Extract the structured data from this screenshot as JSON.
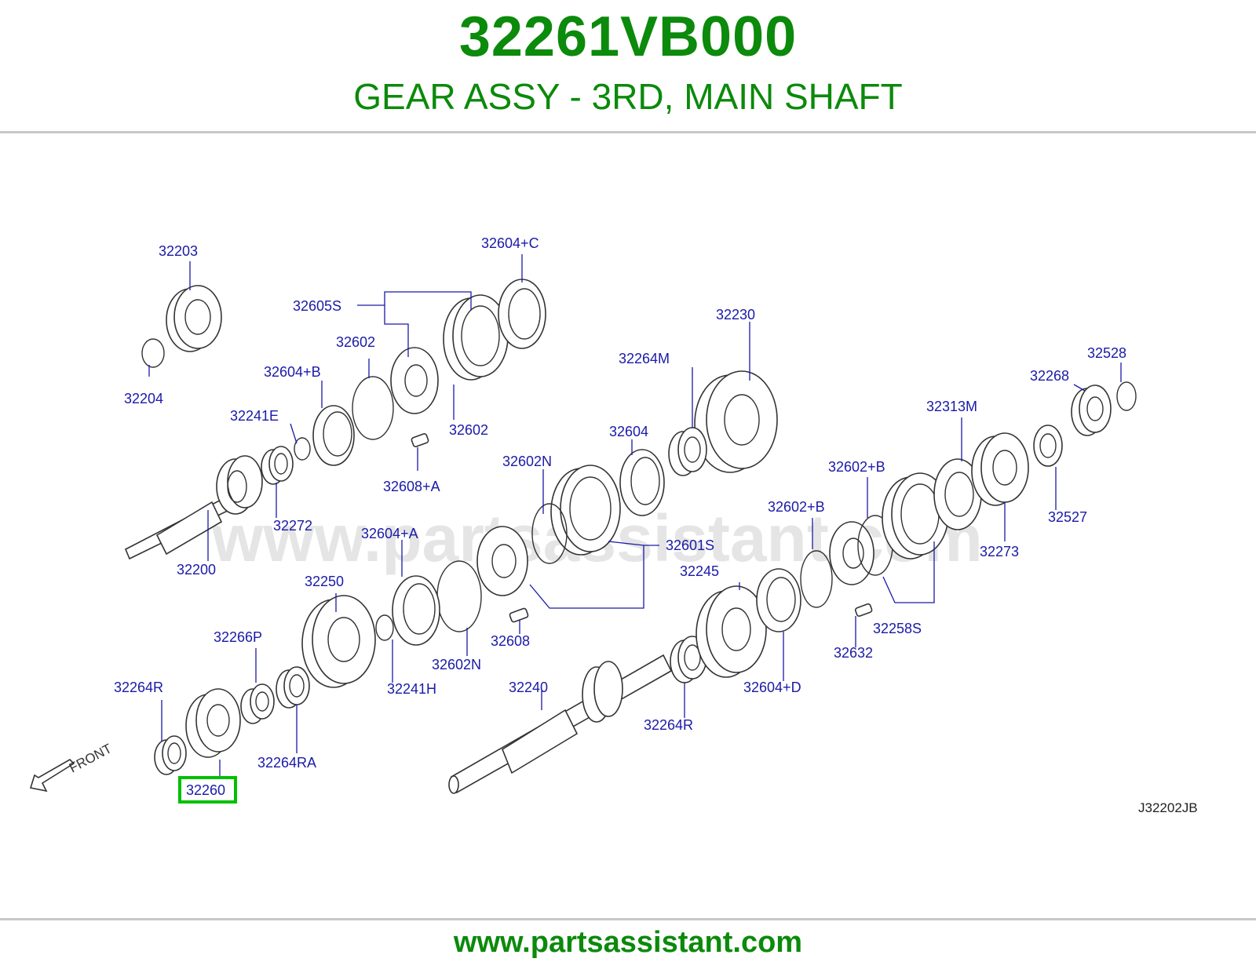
{
  "header": {
    "part_number": "32261VB000",
    "description": "GEAR ASSY - 3RD, MAIN SHAFT"
  },
  "diagram": {
    "watermark": "www.partsassistant.com",
    "diagram_code": "J32202JB",
    "front_label": "FRONT",
    "highlighted_part": "32260",
    "labels": {
      "p32203": "32203",
      "p32204": "32204",
      "p32605S": "32605S",
      "p32604C": "32604+C",
      "p32602a": "32602",
      "p32602b": "32602",
      "p32604B": "32604+B",
      "p32241E": "32241E",
      "p32608A": "32608+A",
      "p32272": "32272",
      "p32200": "32200",
      "p32230": "32230",
      "p32264M": "32264M",
      "p32604": "32604",
      "p32602N_top": "32602N",
      "p32601S": "32601S",
      "p32604A": "32604+A",
      "p32250": "32250",
      "p32266P": "32266P",
      "p32264R_left": "32264R",
      "p32264RA": "32264RA",
      "p32241H": "32241H",
      "p32602N_bot": "32602N",
      "p32608": "32608",
      "p32260": "32260",
      "p32240": "32240",
      "p32264R_mid": "32264R",
      "p32245": "32245",
      "p32604D": "32604+D",
      "p32602B_a": "32602+B",
      "p32602B_b": "32602+B",
      "p32632": "32632",
      "p32258S": "32258S",
      "p32313M": "32313M",
      "p32273": "32273",
      "p32527": "32527",
      "p32268": "32268",
      "p32528": "32528"
    }
  },
  "footer": {
    "url": "www.partsassistant.com"
  },
  "colors": {
    "title_green": "#0b8a0b",
    "label_blue": "#1a1aa8",
    "highlight_green": "#00c000"
  }
}
